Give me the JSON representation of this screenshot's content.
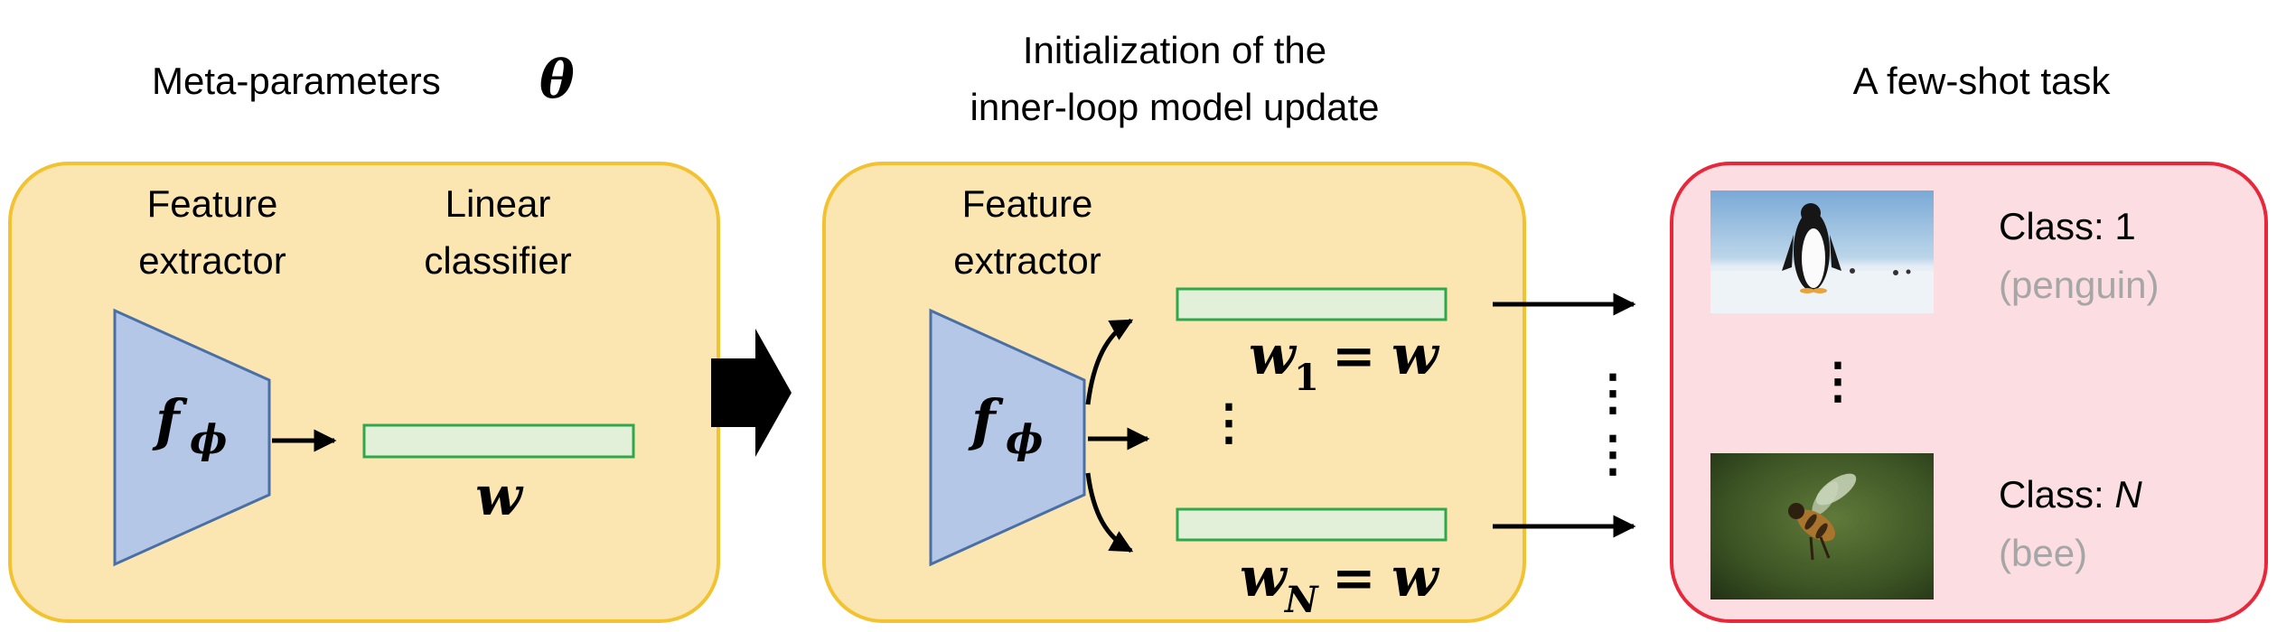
{
  "colors": {
    "meta_box_fill": "#fbe6b2",
    "meta_box_stroke": "#f2c230",
    "task_box_fill": "#fbdde2",
    "task_box_stroke": "#e8283a",
    "trapezoid_fill": "#b4c7e7",
    "trapezoid_stroke": "#4a6fa5",
    "classifier_fill": "#e2f0d9",
    "classifier_stroke": "#2ea84b",
    "muted_text": "#a6a6a6"
  },
  "left_panel": {
    "title": "Meta-parameters",
    "title_symbol": "θ",
    "feature_extractor_label_line1": "Feature",
    "feature_extractor_label_line2": "extractor",
    "classifier_label_line1": "Linear",
    "classifier_label_line2": "classifier",
    "extractor_symbol": "f",
    "extractor_subscript": "ϕ",
    "weight_symbol": "w"
  },
  "big_arrow_icon": "right-block-arrow",
  "middle_panel": {
    "title_line1": "Initialization of the",
    "title_line2": "inner-loop model update",
    "feature_extractor_label_line1": "Feature",
    "feature_extractor_label_line2": "extractor",
    "extractor_symbol": "f",
    "extractor_subscript": "ϕ",
    "eq_top_weight": "w",
    "eq_top_subscript": "1",
    "eq_bottom_weight": "w",
    "eq_bottom_subscript": "N",
    "eq_sign": "=",
    "eq_rhs": "w",
    "vertical_ellipsis": "⋮"
  },
  "right_panel": {
    "title": "A few-shot task",
    "class_top_label": "Class: ",
    "class_top_value": "1",
    "class_top_name": "(penguin)",
    "class_bottom_label": "Class: ",
    "class_bottom_value": "N",
    "class_bottom_name": "(bee)",
    "vertical_ellipsis": "⋮",
    "top_image_icon": "penguin-photo",
    "bottom_image_icon": "bee-photo"
  }
}
